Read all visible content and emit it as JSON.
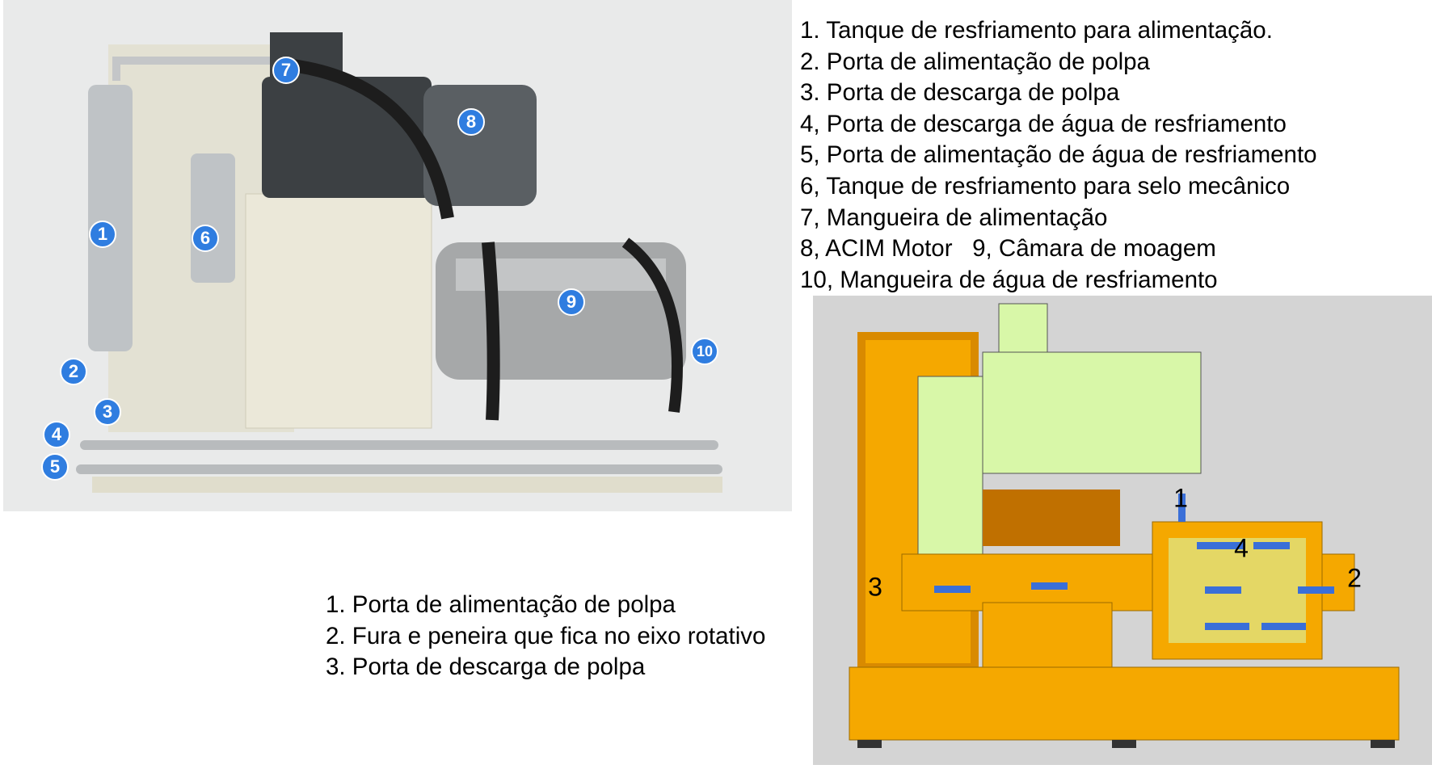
{
  "photo_markers": [
    "1",
    "2",
    "3",
    "4",
    "5",
    "6",
    "7",
    "8",
    "9",
    "10"
  ],
  "legend_top": [
    "1. Tanque de resfriamento para alimentação.",
    "2. Porta de alimentação de polpa",
    "3. Porta de descarga de polpa",
    "4, Porta de descarga de água de resfriamento",
    "5, Porta de alimentação de água de resfriamento",
    "6, Tanque de resfriamento para selo mecânico",
    "7, Mangueira de alimentação",
    "8, ACIM Motor   9, Câmara de moagem",
    "10, Mangueira de água de resfriamento"
  ],
  "diagram_labels": [
    "1",
    "2",
    "3",
    "4"
  ],
  "legend_bottom": [
    "1. Porta de alimentação de polpa",
    "2. Fura e peneira que fica no eixo rotativo",
    "3. Porta de descarga de polpa"
  ],
  "colors": {
    "marker": "#2f7de0",
    "frame": "#f5a800",
    "motor": "#d8f7a8",
    "arrow": "#3a6fd8"
  }
}
